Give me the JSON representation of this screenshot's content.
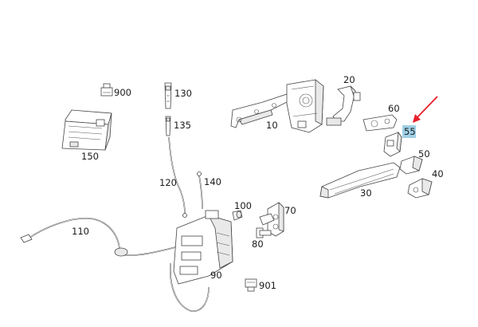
{
  "diagram": {
    "highlight_color": "#9fd0e6",
    "arrow_color": "#e8202a",
    "labels": [
      {
        "id": "900",
        "text": "900"
      },
      {
        "id": "130",
        "text": "130"
      },
      {
        "id": "20",
        "text": "20"
      },
      {
        "id": "60",
        "text": "60"
      },
      {
        "id": "10",
        "text": "10"
      },
      {
        "id": "135",
        "text": "135"
      },
      {
        "id": "150",
        "text": "150"
      },
      {
        "id": "55",
        "text": "55"
      },
      {
        "id": "50",
        "text": "50"
      },
      {
        "id": "40",
        "text": "40"
      },
      {
        "id": "30",
        "text": "30"
      },
      {
        "id": "120",
        "text": "120"
      },
      {
        "id": "140",
        "text": "140"
      },
      {
        "id": "100",
        "text": "100"
      },
      {
        "id": "70",
        "text": "70"
      },
      {
        "id": "110",
        "text": "110"
      },
      {
        "id": "80",
        "text": "80"
      },
      {
        "id": "90",
        "text": "90"
      },
      {
        "id": "901",
        "text": "901"
      }
    ]
  }
}
